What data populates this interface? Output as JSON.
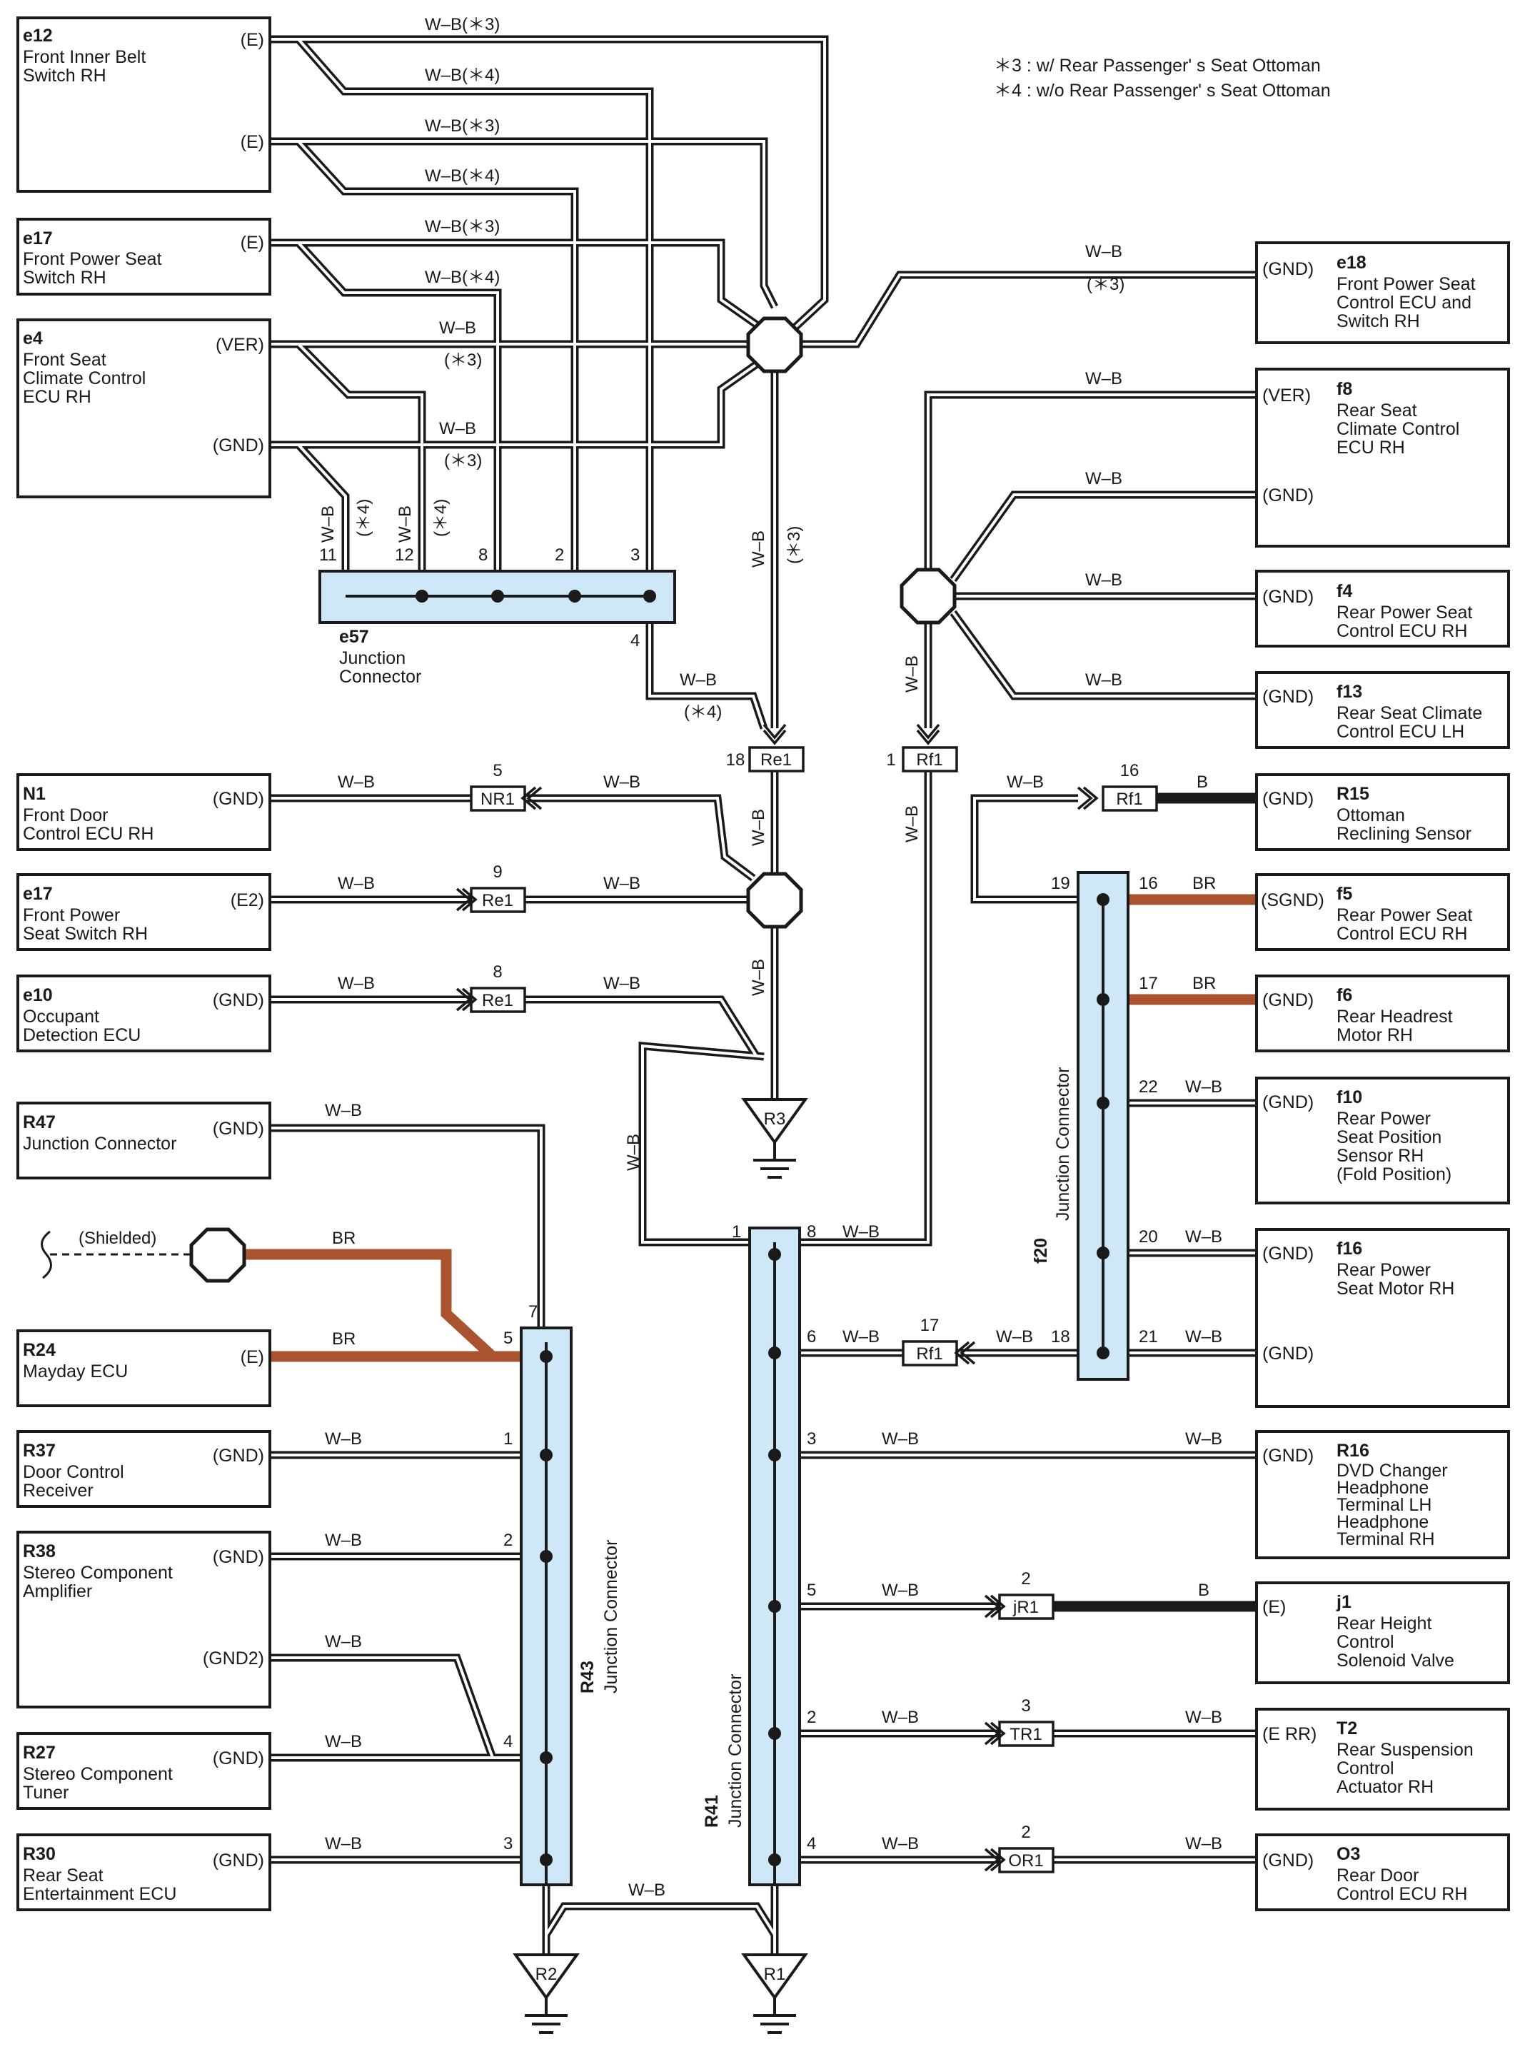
{
  "notes": [
    {
      "id": "n3",
      "text": "＊3 : w/ Rear Passenger' s Seat Ottoman"
    },
    {
      "id": "n4",
      "text": "＊4 : w/o Rear Passenger' s Seat Ottoman"
    }
  ],
  "connectors": {
    "e12": {
      "code": "e12",
      "lines": [
        "Front Inner Belt",
        "Switch RH"
      ],
      "pins": [
        "(E)",
        "(E)"
      ]
    },
    "e17a": {
      "code": "e17",
      "lines": [
        "Front Power Seat",
        "Switch RH"
      ],
      "pins": [
        "(E)"
      ]
    },
    "e4": {
      "code": "e4",
      "lines": [
        "Front Seat",
        "Climate Control",
        "ECU RH"
      ],
      "pins": [
        "(VER)",
        "(GND)"
      ]
    },
    "N1": {
      "code": "N1",
      "lines": [
        "Front Door",
        "Control ECU RH"
      ],
      "pins": [
        "(GND)"
      ]
    },
    "e17b": {
      "code": "e17",
      "lines": [
        "Front Power",
        "Seat Switch RH"
      ],
      "pins": [
        "(E2)"
      ]
    },
    "e10": {
      "code": "e10",
      "lines": [
        "Occupant",
        "Detection ECU"
      ],
      "pins": [
        "(GND)"
      ]
    },
    "R47": {
      "code": "R47",
      "lines": [
        "Junction Connector"
      ],
      "pins": [
        "(GND)"
      ]
    },
    "R24": {
      "code": "R24",
      "lines": [
        "Mayday ECU"
      ],
      "pins": [
        "(E)"
      ]
    },
    "R37": {
      "code": "R37",
      "lines": [
        "Door Control",
        "Receiver"
      ],
      "pins": [
        "(GND)"
      ]
    },
    "R38": {
      "code": "R38",
      "lines": [
        "Stereo Component",
        "Amplifier"
      ],
      "pins": [
        "(GND)",
        "(GND2)"
      ]
    },
    "R27": {
      "code": "R27",
      "lines": [
        "Stereo Component",
        "Tuner"
      ],
      "pins": [
        "(GND)"
      ]
    },
    "R30": {
      "code": "R30",
      "lines": [
        "Rear Seat",
        "Entertainment ECU"
      ],
      "pins": [
        "(GND)"
      ]
    },
    "e18": {
      "code": "e18",
      "lines": [
        "Front Power Seat",
        "Control ECU and",
        "Switch RH"
      ],
      "pins": [
        "(GND)"
      ]
    },
    "f8": {
      "code": "f8",
      "lines": [
        "Rear Seat",
        "Climate Control",
        "ECU RH"
      ],
      "pins": [
        "(VER)",
        "(GND)"
      ]
    },
    "f4": {
      "code": "f4",
      "lines": [
        "Rear Power Seat",
        "Control ECU RH"
      ],
      "pins": [
        "(GND)"
      ]
    },
    "f13": {
      "code": "f13",
      "lines": [
        "Rear Seat Climate",
        "Control ECU LH"
      ],
      "pins": [
        "(GND)"
      ]
    },
    "R15": {
      "code": "R15",
      "lines": [
        "Ottoman",
        "Reclining Sensor"
      ],
      "pins": [
        "(GND)"
      ]
    },
    "f5": {
      "code": "f5",
      "lines": [
        "Rear Power Seat",
        "Control ECU RH"
      ],
      "pins": [
        "(SGND)"
      ]
    },
    "f6": {
      "code": "f6",
      "lines": [
        "Rear Headrest",
        "Motor RH"
      ],
      "pins": [
        "(GND)"
      ]
    },
    "f10": {
      "code": "f10",
      "lines": [
        "Rear Power",
        "Seat Position",
        "Sensor RH",
        "(Fold Position)"
      ],
      "pins": [
        "(GND)"
      ]
    },
    "f16": {
      "code": "f16",
      "lines": [
        "Rear Power",
        "Seat Motor RH"
      ],
      "pins": [
        "(GND)",
        "(GND)"
      ]
    },
    "R16": {
      "code": "R16",
      "lines": [
        "DVD Changer",
        "Headphone",
        "Terminal LH",
        "Headphone",
        "Terminal RH"
      ],
      "pins": [
        "(GND)"
      ]
    },
    "j1": {
      "code": "j1",
      "lines": [
        "Rear Height",
        "Control",
        "Solenoid Valve"
      ],
      "pins": [
        "(E)"
      ]
    },
    "T2": {
      "code": "T2",
      "lines": [
        "Rear Suspension",
        "Control",
        "Actuator RH"
      ],
      "pins": [
        "(E RR)"
      ]
    },
    "O3": {
      "code": "O3",
      "lines": [
        "Rear Door",
        "Control ECU RH"
      ],
      "pins": [
        "(GND)"
      ]
    }
  },
  "junctions": {
    "e57": {
      "code": "e57",
      "lines": [
        "Junction",
        "Connector"
      ],
      "pins": [
        "11",
        "12",
        "8",
        "2",
        "3",
        "4"
      ]
    },
    "R43": {
      "code": "R43",
      "name": "Junction Connector",
      "pins": [
        "7",
        "5",
        "1",
        "2",
        "4",
        "3"
      ]
    },
    "R41": {
      "code": "R41",
      "name": "Junction Connector",
      "pins": [
        "1",
        "8",
        "6",
        "3",
        "5",
        "2",
        "4"
      ]
    },
    "f20": {
      "code": "f20",
      "name": "Junction Connector",
      "pins": [
        "19",
        "16",
        "17",
        "22",
        "20",
        "18",
        "21"
      ]
    }
  },
  "wire_labels": {
    "wb": "W–B",
    "wb3": "W–B(＊3)",
    "wb4": "W–B(＊4)",
    "s3": "(＊3)",
    "s4": "(＊4)",
    "br": "BR",
    "b": "B",
    "shielded": "(Shielded)"
  },
  "inline_connectors": [
    {
      "id": "NR1",
      "label": "NR1",
      "pin": "5"
    },
    {
      "id": "Re1a",
      "label": "Re1",
      "pin": "9"
    },
    {
      "id": "Re1b",
      "label": "Re1",
      "pin": "8"
    },
    {
      "id": "Re1c",
      "label": "Re1",
      "pin": "18"
    },
    {
      "id": "Rf1a",
      "label": "Rf1",
      "pin": "1"
    },
    {
      "id": "Rf1b",
      "label": "Rf1",
      "pin": "16"
    },
    {
      "id": "Rf1c",
      "label": "Rf1",
      "pin": "17"
    },
    {
      "id": "jR1",
      "label": "jR1",
      "pin": "2"
    },
    {
      "id": "TR1",
      "label": "TR1",
      "pin": "3"
    },
    {
      "id": "OR1",
      "label": "OR1",
      "pin": "2"
    }
  ],
  "grounds": [
    {
      "id": "R3",
      "label": "R3"
    },
    {
      "id": "R2",
      "label": "R2"
    },
    {
      "id": "R1",
      "label": "R1"
    }
  ],
  "colors": {
    "brown_wire": "#a9532f",
    "junction_fill": "#cfe8f7",
    "black_wire": "#1a1a1a"
  }
}
